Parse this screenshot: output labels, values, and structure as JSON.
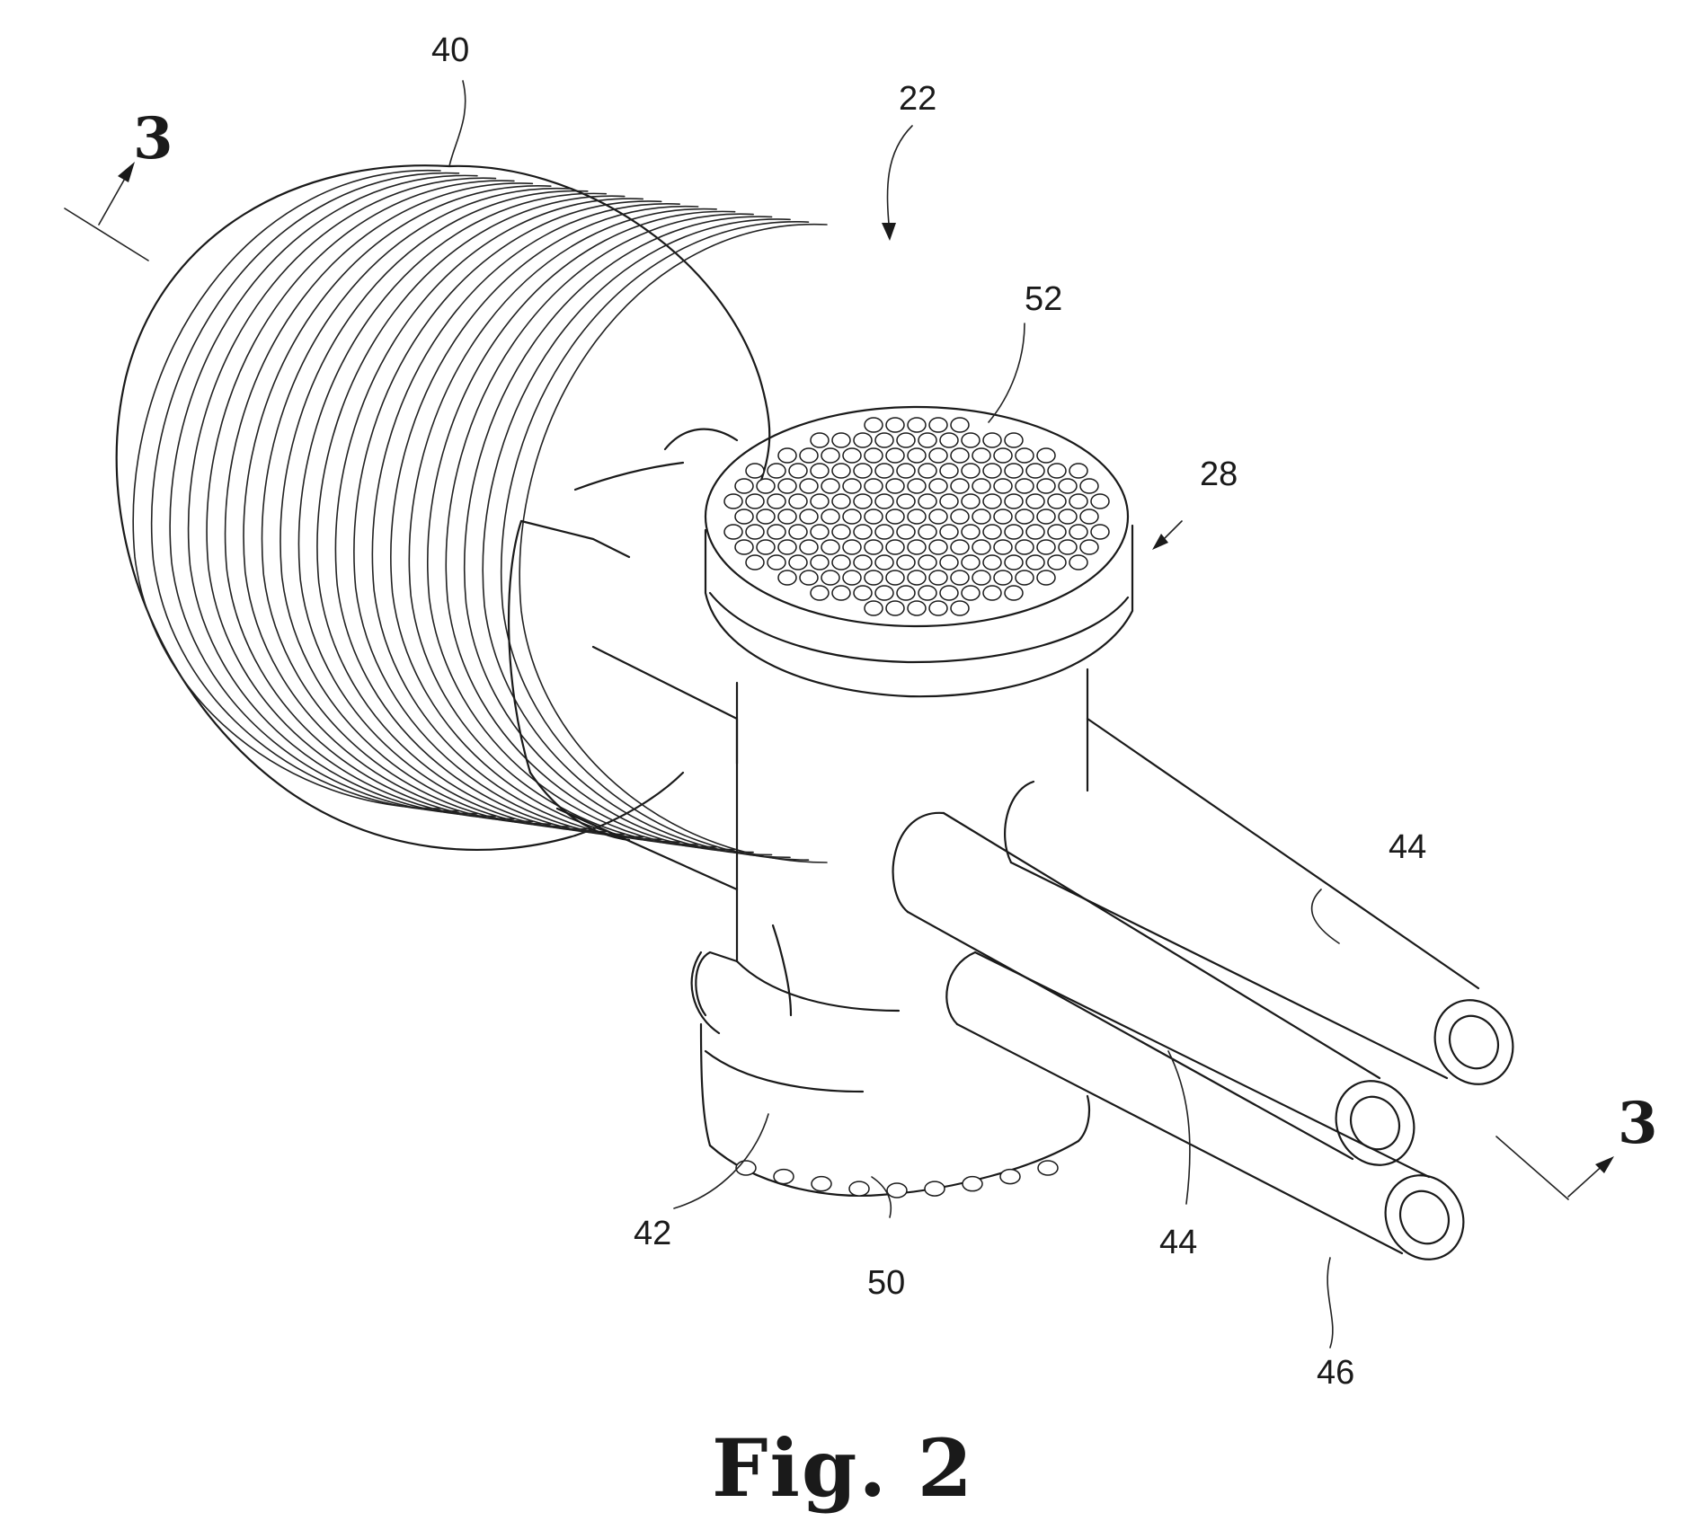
{
  "figure": {
    "caption": "Fig. 2"
  },
  "section_marks": [
    {
      "id": "left",
      "label": "3"
    },
    {
      "id": "right",
      "label": "3"
    }
  ],
  "reference_numerals": {
    "n22": "22",
    "n28": "28",
    "n40": "40",
    "n42": "42",
    "n44a": "44",
    "n44b": "44",
    "n46": "46",
    "n50": "50",
    "n52": "52"
  },
  "colors": {
    "ink": "#1a1a1a",
    "paper": "#ffffff"
  }
}
